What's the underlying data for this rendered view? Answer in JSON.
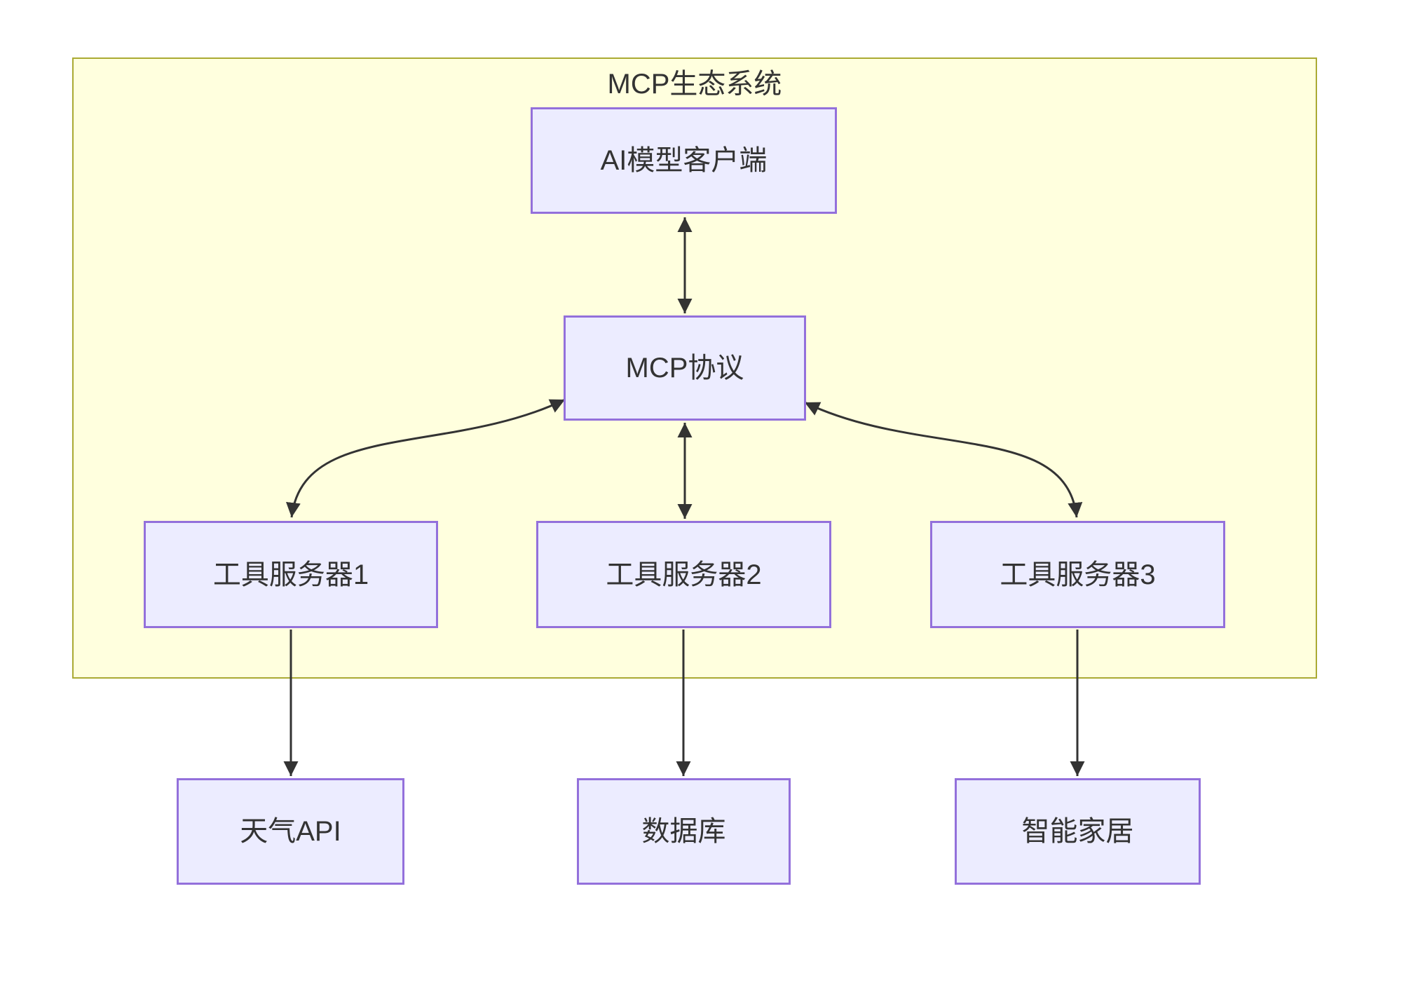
{
  "diagram": {
    "type": "flowchart",
    "direction": "top-down",
    "container": {
      "title": "MCP生态系统"
    },
    "nodes": {
      "client": {
        "label": "AI模型客户端",
        "inside_container": true
      },
      "protocol": {
        "label": "MCP协议",
        "inside_container": true
      },
      "server1": {
        "label": "工具服务器1",
        "inside_container": true
      },
      "server2": {
        "label": "工具服务器2",
        "inside_container": true
      },
      "server3": {
        "label": "工具服务器3",
        "inside_container": true
      },
      "weather": {
        "label": "天气API",
        "inside_container": false
      },
      "database": {
        "label": "数据库",
        "inside_container": false
      },
      "smarthome": {
        "label": "智能家居",
        "inside_container": false
      }
    },
    "edges": [
      {
        "from": "AI模型客户端",
        "to": "MCP协议",
        "bidirectional": true
      },
      {
        "from": "MCP协议",
        "to": "工具服务器1",
        "bidirectional": true
      },
      {
        "from": "MCP协议",
        "to": "工具服务器2",
        "bidirectional": true
      },
      {
        "from": "MCP协议",
        "to": "工具服务器3",
        "bidirectional": true
      },
      {
        "from": "工具服务器1",
        "to": "天气API",
        "bidirectional": false
      },
      {
        "from": "工具服务器2",
        "to": "数据库",
        "bidirectional": false
      },
      {
        "from": "工具服务器3",
        "to": "智能家居",
        "bidirectional": false
      }
    ],
    "colors": {
      "background": "#FFFFFF",
      "container_fill": "#FFFFDE",
      "container_border": "#AAAA33",
      "node_fill": "#ECECFF",
      "node_border": "#9370DB",
      "edge": "#333333",
      "text": "#333333"
    }
  }
}
